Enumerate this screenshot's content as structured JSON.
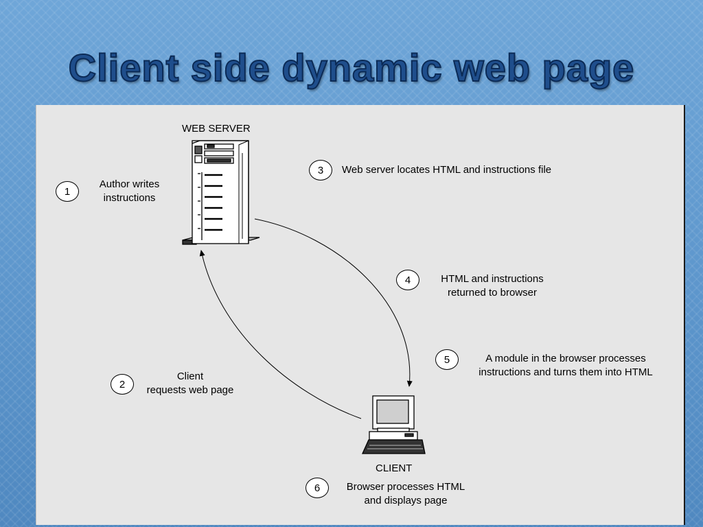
{
  "title": "Client side dynamic web page",
  "diagram": {
    "server_label": "WEB SERVER",
    "client_label": "CLIENT",
    "steps": [
      {
        "num": "1",
        "line1": "Author writes",
        "line2": "instructions"
      },
      {
        "num": "2",
        "line1": "Client",
        "line2": "requests web page"
      },
      {
        "num": "3",
        "line1": "Web server locates HTML and instructions file",
        "line2": ""
      },
      {
        "num": "4",
        "line1": "HTML and instructions",
        "line2": "returned to browser"
      },
      {
        "num": "5",
        "line1": "A module in the browser processes",
        "line2": "instructions and turns them into HTML"
      },
      {
        "num": "6",
        "line1": "Browser processes HTML",
        "line2": "and displays page"
      }
    ]
  }
}
